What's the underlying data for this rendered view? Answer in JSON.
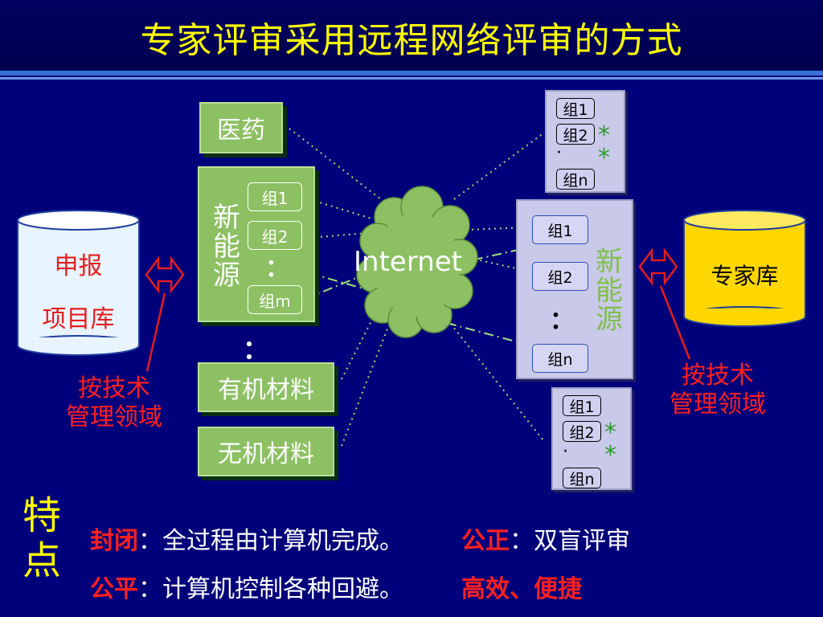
{
  "title": "专家评审采用远程网络评审的方式",
  "internet_label": "Internet",
  "left_db": {
    "line1": "申报",
    "line2": "项目库"
  },
  "right_db": {
    "label": "专家库"
  },
  "left_note": {
    "line1": "按技术",
    "line2": "管理领域"
  },
  "right_note": {
    "line1": "按技术",
    "line2": "管理领域"
  },
  "domains": {
    "medicine": "医药",
    "new_energy": {
      "c1": "新",
      "c2": "能",
      "c3": "源",
      "groups": [
        "组1",
        "组2",
        "组m"
      ],
      "ellipsis": "："
    },
    "between_dots": "：",
    "organic": "有机材料",
    "inorganic": "无机材料"
  },
  "expert_sets": {
    "top": {
      "groups": [
        "组1",
        "组2",
        "组n"
      ],
      "dot": "·",
      "stars": [
        "*",
        "*"
      ]
    },
    "middle": {
      "groups": [
        "组1",
        "组2",
        "组n"
      ],
      "ellipsis": "：",
      "c1": "新",
      "c2": "能",
      "c3": "源"
    },
    "bottom": {
      "groups": [
        "组1",
        "组2",
        "组n"
      ],
      "dot": "·",
      "stars": [
        "*",
        "*"
      ]
    }
  },
  "features": {
    "label_c1": "特",
    "label_c2": "点",
    "rows": [
      {
        "k1": "封闭",
        "v1": "全过程由计算机完成。",
        "k2": "公正",
        "v2": "双盲评审"
      },
      {
        "k1": "公平",
        "v1": "计算机控制各种回避。",
        "k2": "高效、便捷"
      }
    ],
    "colon": "："
  },
  "colors": {
    "background": "#00007a",
    "title": "#ffff00",
    "green": "#8cc063",
    "highlight": "#ff2020",
    "cylinder_left": "#e8f4ff",
    "cylinder_right": "#ffd700"
  }
}
